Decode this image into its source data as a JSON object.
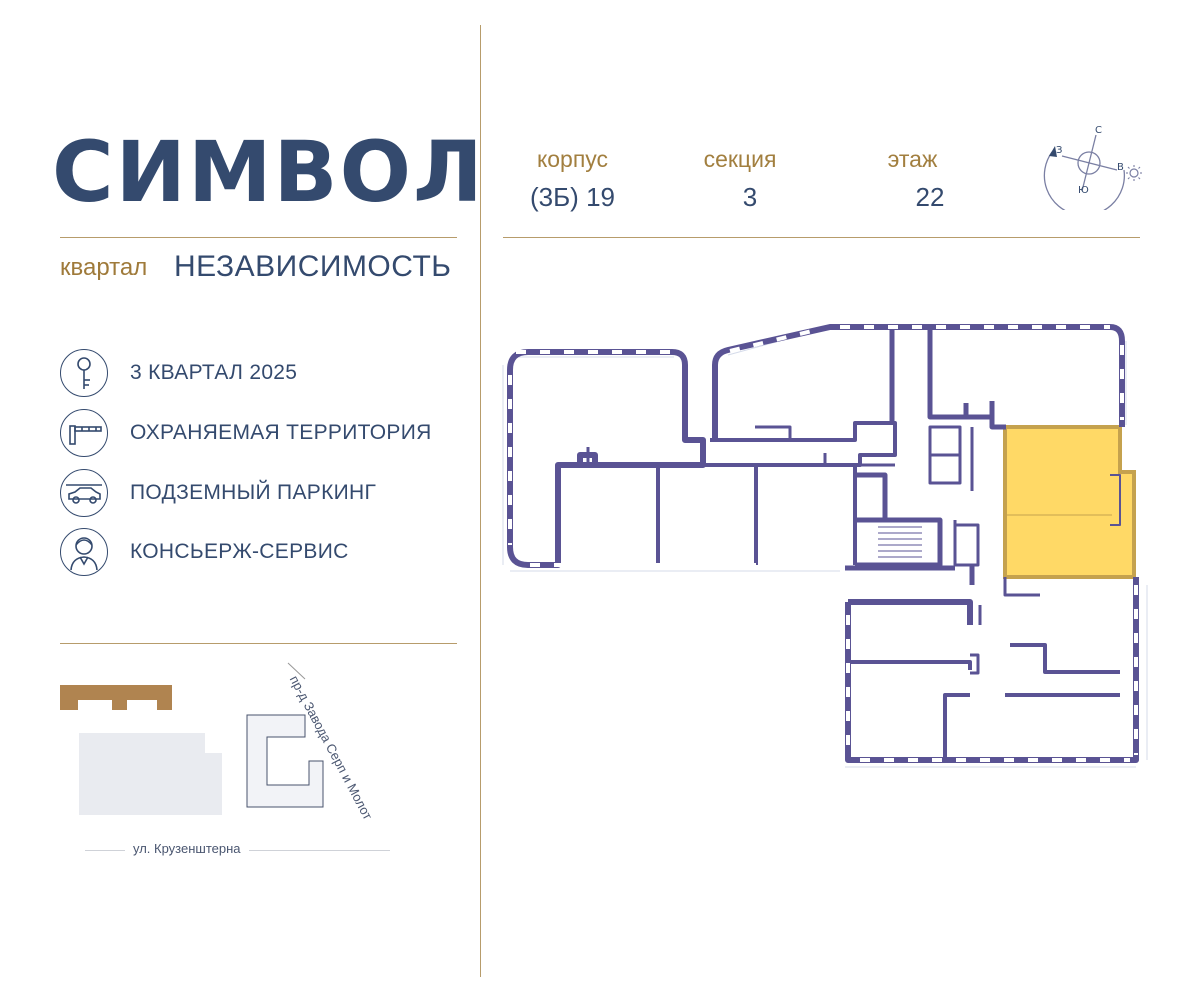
{
  "brand": {
    "logo": "СИМВОЛ",
    "quarter_prefix": "квартал",
    "quarter_name": "НЕЗАВИСИМОСТЬ"
  },
  "features": [
    {
      "icon": "key-icon",
      "label": "3 КВАРТАЛ 2025"
    },
    {
      "icon": "barrier-icon",
      "label": "ОХРАНЯЕМАЯ ТЕРРИТОРИЯ"
    },
    {
      "icon": "car-icon",
      "label": "ПОДЗЕМНЫЙ ПАРКИНГ"
    },
    {
      "icon": "concierge-icon",
      "label": "КОНСЬЕРЖ-СЕРВИС"
    }
  ],
  "header": {
    "building": {
      "label": "корпус",
      "value": "(3Б) 19"
    },
    "section": {
      "label": "секция",
      "value": "3"
    },
    "floor": {
      "label": "этаж",
      "value": "22"
    }
  },
  "compass": {
    "north": "С",
    "south": "Ю",
    "west": "З",
    "east": "В"
  },
  "site_map": {
    "street_bottom": "ул. Крузенштерна",
    "street_diagonal": "пр-д Завода Серп и Молот"
  },
  "colors": {
    "navy": "#344a6e",
    "gold": "#a27f3f",
    "wall": "#5a5394",
    "highlight": "#ffd966"
  }
}
